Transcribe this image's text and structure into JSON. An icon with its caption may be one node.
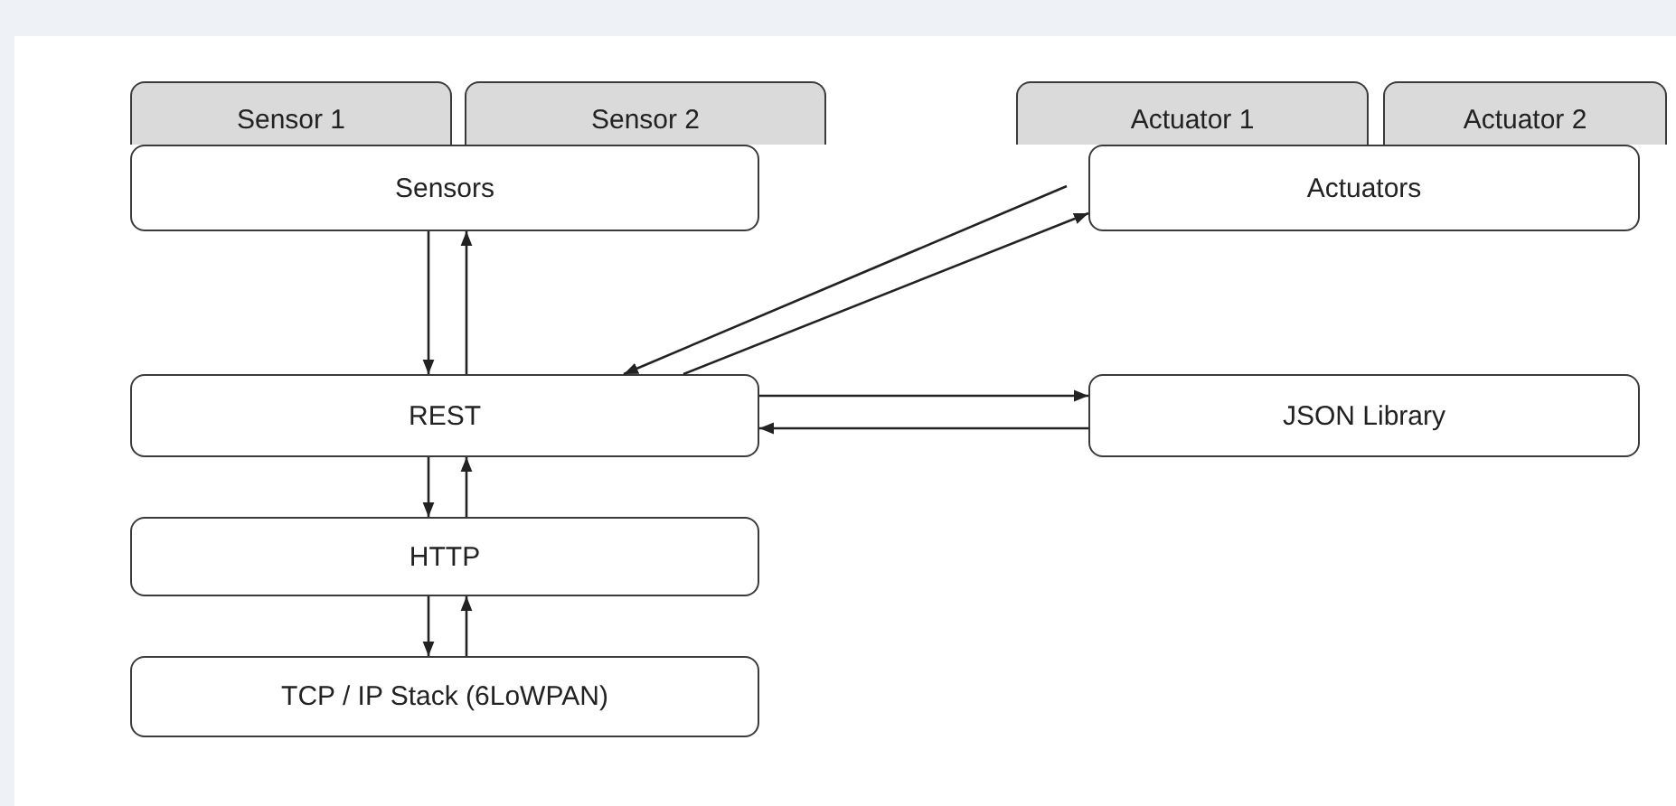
{
  "diagram": {
    "nodes": [
      {
        "text": [
          "Sensor 1"
        ]
      },
      {
        "text": [
          "Sensor 2"
        ]
      },
      {
        "text": [
          "Sensors"
        ]
      },
      {
        "text": [
          "Actuator 1"
        ]
      },
      {
        "text": [
          "Actuator 2"
        ]
      },
      {
        "text": [
          "Actuators"
        ]
      },
      {
        "text": [
          "REST"
        ]
      },
      {
        "text": [
          "JSON Library"
        ]
      },
      {
        "text": [
          "HTTP"
        ]
      },
      {
        "text": [
          "TCP / IP Stack (6LoWPAN)"
        ]
      }
    ],
    "edges": [
      {
        "from": 2,
        "to": 6,
        "arrow": "to"
      },
      {
        "from": 6,
        "to": 2,
        "arrow": "to"
      },
      {
        "from": 5,
        "to": 6,
        "arrow": "to"
      },
      {
        "from": 6,
        "to": 5,
        "arrow": "to"
      },
      {
        "from": 6,
        "to": 7,
        "arrow": "to"
      },
      {
        "from": 7,
        "to": 6,
        "arrow": "to"
      },
      {
        "from": 6,
        "to": 8,
        "arrow": "to"
      },
      {
        "from": 8,
        "to": 6,
        "arrow": "to"
      },
      {
        "from": 8,
        "to": 9,
        "arrow": "to"
      },
      {
        "from": 9,
        "to": 8,
        "arrow": "to"
      }
    ]
  }
}
